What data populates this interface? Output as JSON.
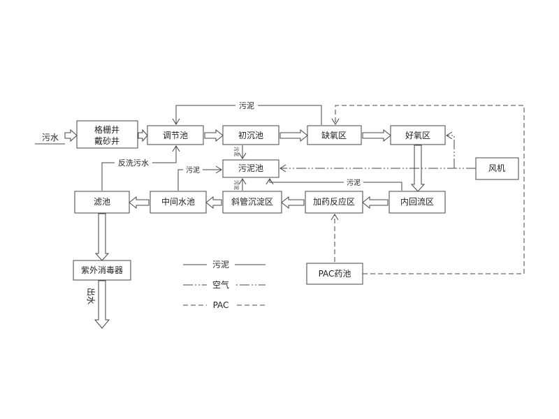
{
  "diagram": {
    "nodes": {
      "inflow": "污水",
      "screen_well_line1": "格栅井",
      "screen_well_line2": "戴砂井",
      "regulating_tank": "调节池",
      "primary_sedimentation_tank": "初沉池",
      "anoxic_zone": "缺氧区",
      "aerobic_zone": "好氧区",
      "blower": "风机",
      "sludge_tank": "污泥池",
      "filter_tank": "滤池",
      "intermediate_tank": "中间水池",
      "inclined_tube_sedimentation_zone": "斜管沉淀区",
      "dosing_reaction_zone": "加药反应区",
      "internal_recycle_zone": "内回流区",
      "uv_disinfector": "紫外消毒器",
      "pac_tank": "PAC药池",
      "outflow": "出水"
    },
    "flow_labels": {
      "sludge_return_top": "污泥",
      "backwash_water": "反洗污水",
      "sludge_intermediate": "污泥",
      "sludge_recycle": "污泥",
      "sludge_vertical_upper": "污泥",
      "sludge_vertical_lower": "污泥"
    },
    "legend": [
      {
        "style": "solid",
        "label": "污泥"
      },
      {
        "style": "dash-dot",
        "label": "空气"
      },
      {
        "style": "dashed",
        "label": "PAC"
      }
    ],
    "colors": {
      "stroke": "#454545",
      "text": "#222222",
      "background": "#ffffff"
    }
  }
}
